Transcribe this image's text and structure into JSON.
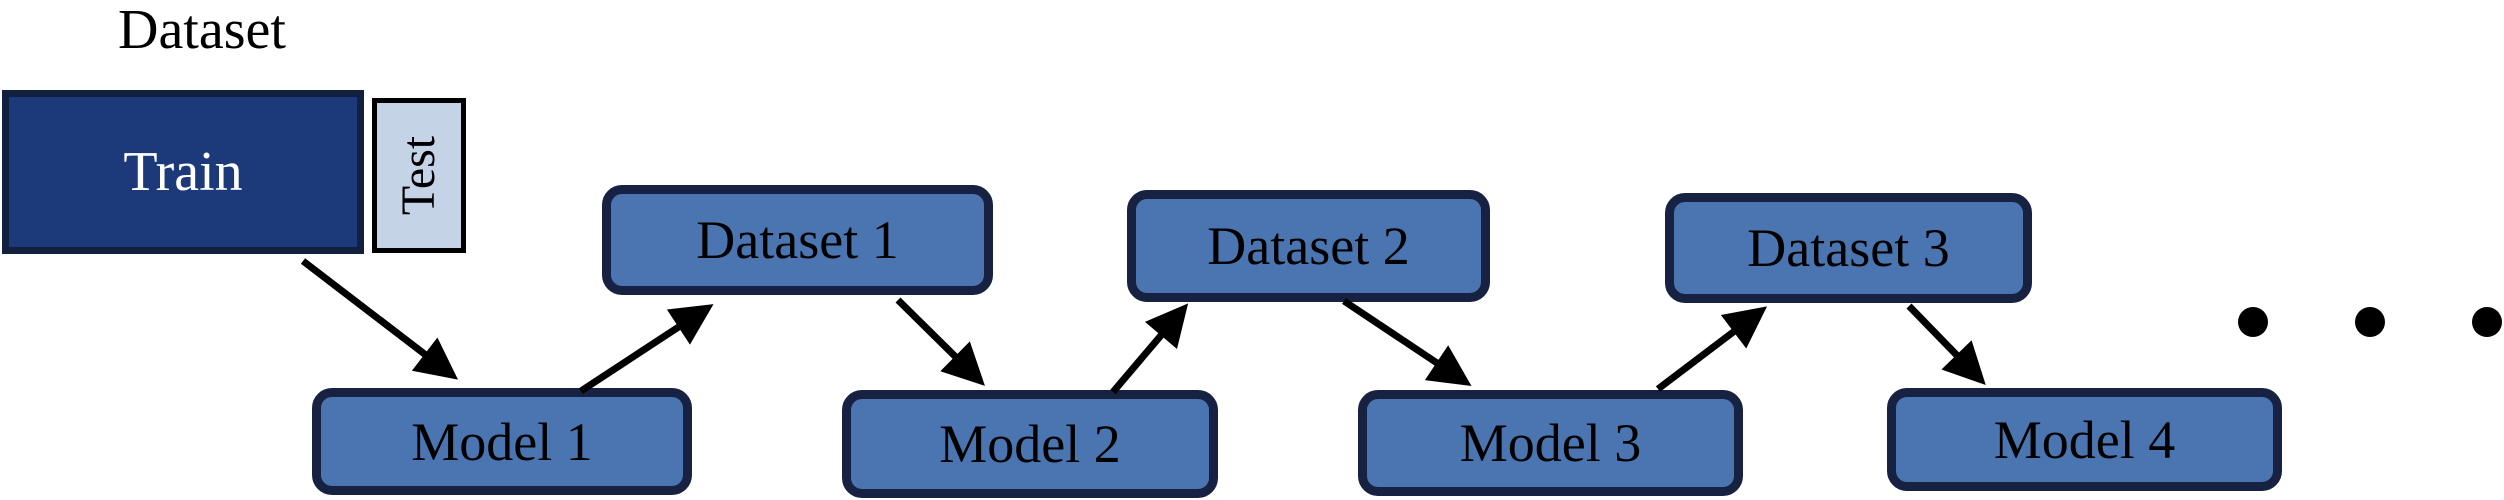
{
  "diagram": {
    "title": "Dataset",
    "train": {
      "label": "Train"
    },
    "test": {
      "label": "Test"
    },
    "nodes": [
      {
        "id": "model-1",
        "label": "Model 1",
        "type": "model"
      },
      {
        "id": "dataset-1",
        "label": "Dataset 1",
        "type": "dataset"
      },
      {
        "id": "model-2",
        "label": "Model 2",
        "type": "model"
      },
      {
        "id": "dataset-2",
        "label": "Dataset 2",
        "type": "dataset"
      },
      {
        "id": "model-3",
        "label": "Model 3",
        "type": "model"
      },
      {
        "id": "dataset-3",
        "label": "Dataset 3",
        "type": "dataset"
      },
      {
        "id": "model-4",
        "label": "Model 4",
        "type": "model"
      }
    ],
    "edges": [
      {
        "from": "train",
        "to": "model-1"
      },
      {
        "from": "model-1",
        "to": "dataset-1"
      },
      {
        "from": "dataset-1",
        "to": "model-2"
      },
      {
        "from": "model-2",
        "to": "dataset-2"
      },
      {
        "from": "dataset-2",
        "to": "model-3"
      },
      {
        "from": "model-3",
        "to": "dataset-3"
      },
      {
        "from": "dataset-3",
        "to": "model-4"
      }
    ],
    "ellipsis": {
      "dots": 3
    },
    "colors": {
      "background": "#ffffff",
      "train-fill": "#1c3a7a",
      "train-border": "#12203f",
      "train-text": "#ffffff",
      "test-fill": "#c5d3e6",
      "test-border": "#000000",
      "node-fill": "#4a75b0",
      "node-border": "#172242",
      "node-text": "#000000",
      "arrow": "#000000"
    }
  }
}
